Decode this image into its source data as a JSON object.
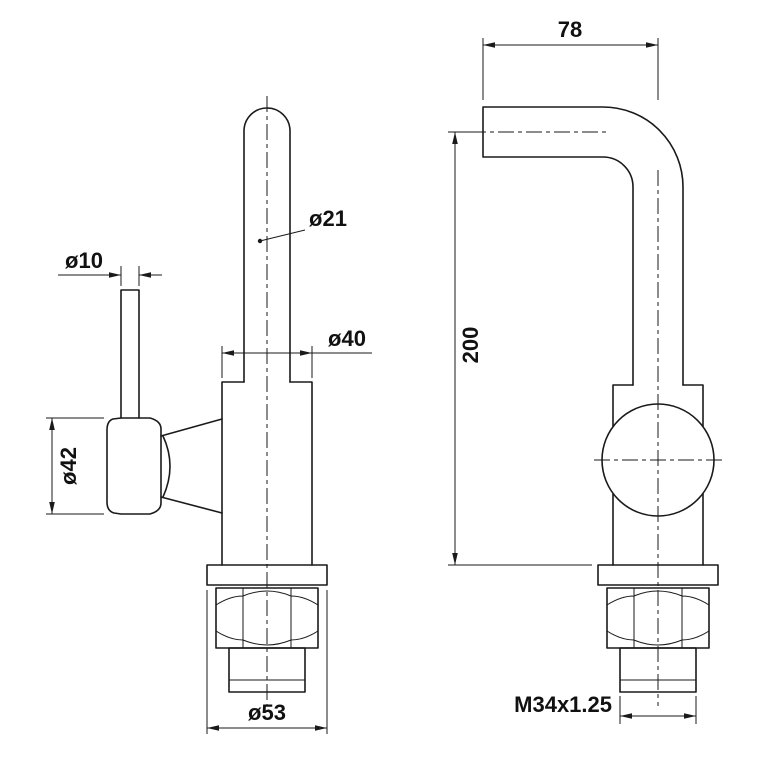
{
  "drawing": {
    "left_view": {
      "handle_rod_diameter": "ø10",
      "spout_diameter": "ø21",
      "body_diameter": "ø40",
      "handle_diameter": "ø42",
      "base_diameter": "ø53"
    },
    "right_view": {
      "spout_reach": "78",
      "total_height": "200",
      "thread_spec": "M34x1.25"
    }
  }
}
